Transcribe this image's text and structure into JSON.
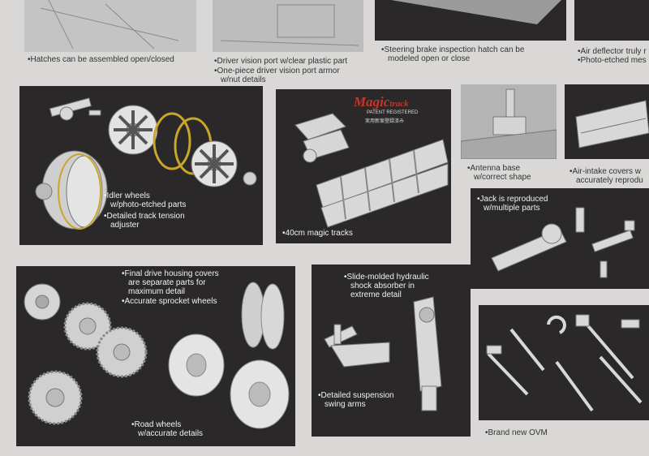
{
  "top_row": {
    "hatches": "Hatches can be assembled open/closed",
    "driver_port_1": "Driver vision port w/clear plastic part",
    "driver_port_2": "One-piece driver vision port armor",
    "driver_port_3": "w/nut details",
    "steering_1": "Steering brake inspection hatch can be",
    "steering_2": "modeled open or close",
    "air_deflector_1": "Air deflector truly r",
    "air_deflector_2": "Photo-etched mes"
  },
  "idler": {
    "line1": "Idler wheels",
    "line2": "w/photo-etched parts",
    "line3": "Detailed track tension",
    "line4": "adjuster"
  },
  "tracks": {
    "logo": "Magic",
    "logo_script": "track",
    "logo_sub": "PATENT REGISTERED",
    "logo_jp": "実用新案登録済み",
    "caption": "40cm magic tracks"
  },
  "antenna": {
    "line1": "Antenna base",
    "line2": "w/correct shape"
  },
  "intake": {
    "line1": "Air-intake covers w",
    "line2": "accurately reprodu"
  },
  "jack": {
    "line1": "Jack is reproduced",
    "line2": "w/multiple parts"
  },
  "final_drive": {
    "line1": "Final drive housing covers",
    "line2": "are separate parts for",
    "line3": "maximum detail",
    "line4": "Accurate sprocket wheels",
    "road1": "Road wheels",
    "road2": "w/accurate details"
  },
  "shock": {
    "line1": "Slide-molded hydraulic",
    "line2": "shock absorber in",
    "line3": "extreme detail",
    "susp1": "Detailed suspension",
    "susp2": "swing arms"
  },
  "ovm": {
    "caption": "Brand new OVM"
  },
  "colors": {
    "panel_dark": "#2a2828",
    "background": "#d9d8d6",
    "logo_red": "#c8342a",
    "ring_yellow": "#c9a52a"
  }
}
